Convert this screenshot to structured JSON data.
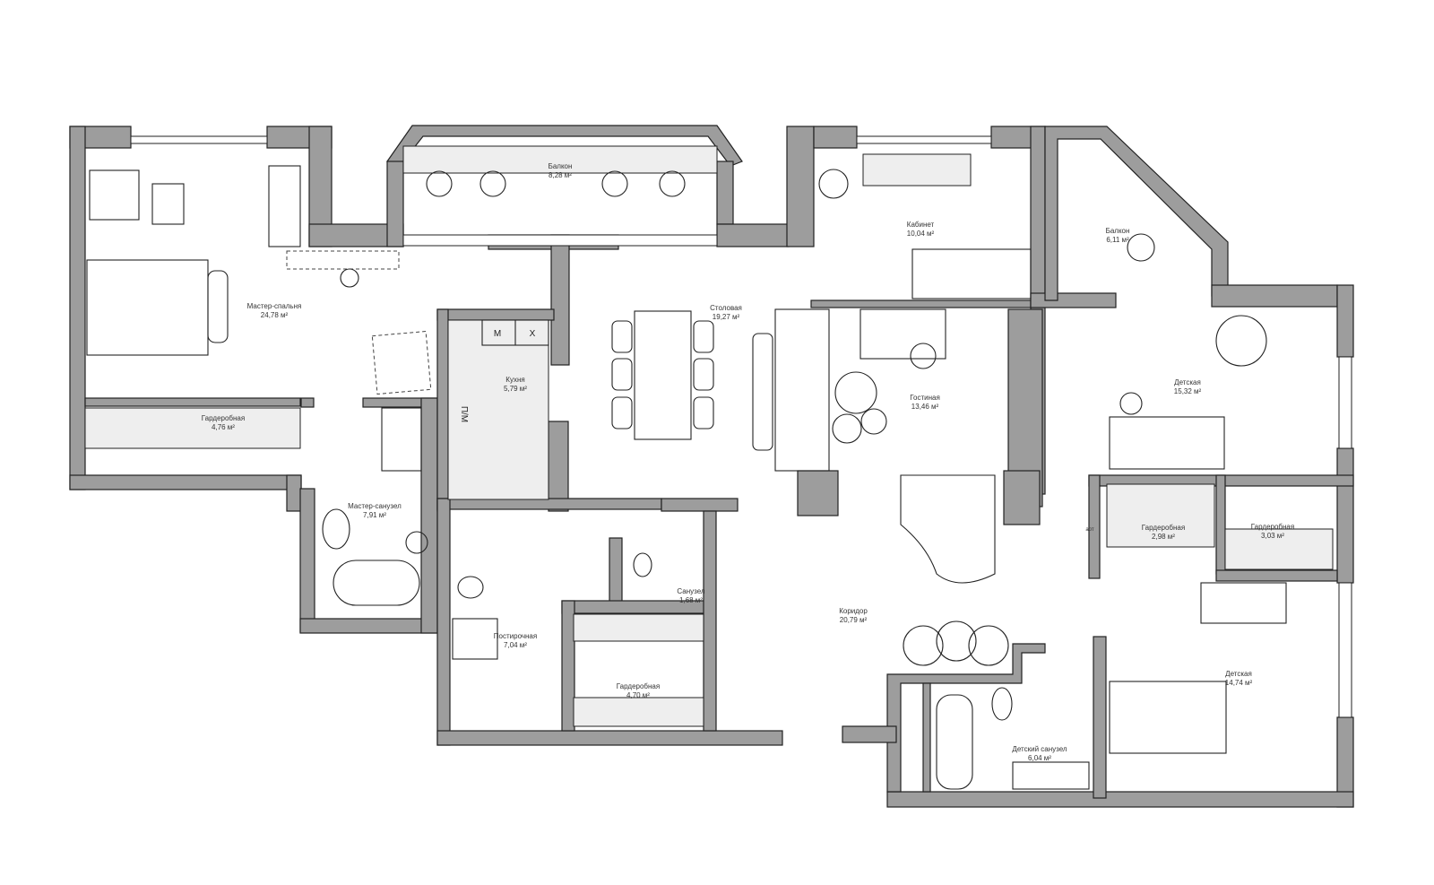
{
  "plan": {
    "rooms": [
      {
        "id": "balcony-1",
        "name": "Балкон",
        "area": "8,28 м²"
      },
      {
        "id": "study",
        "name": "Кабинет",
        "area": "10,04 м²"
      },
      {
        "id": "balcony-2",
        "name": "Балкон",
        "area": "6,11 м²"
      },
      {
        "id": "master-bedroom",
        "name": "Мастер-спальня",
        "area": "24,78 м²"
      },
      {
        "id": "dining",
        "name": "Столовая",
        "area": "19,27 м²"
      },
      {
        "id": "kitchen",
        "name": "Кухня",
        "area": "5,79 м²"
      },
      {
        "id": "living",
        "name": "Гостиная",
        "area": "13,46 м²"
      },
      {
        "id": "kids-room-1",
        "name": "Детская",
        "area": "15,32 м²"
      },
      {
        "id": "wardrobe-1",
        "name": "Гардеробная",
        "area": "4,76 м²"
      },
      {
        "id": "master-bath",
        "name": "Мастер-санузел",
        "area": "7,91 м²"
      },
      {
        "id": "wardrobe-2",
        "name": "Гардеробная",
        "area": "2,98 м²"
      },
      {
        "id": "wardrobe-3",
        "name": "Гардеробная",
        "area": "3,03 м²"
      },
      {
        "id": "wc",
        "name": "Санузел",
        "area": "1,68 м²"
      },
      {
        "id": "laundry",
        "name": "Постирочная",
        "area": "7,04 м²"
      },
      {
        "id": "corridor",
        "name": "Коридор",
        "area": "20,79 м²"
      },
      {
        "id": "wardrobe-4",
        "name": "Гардеробная",
        "area": "4,70 м²"
      },
      {
        "id": "kids-room-2",
        "name": "Детская",
        "area": "14,74 м²"
      },
      {
        "id": "kids-bath",
        "name": "Детский санузел",
        "area": "6,04 м²"
      }
    ],
    "appliance_labels": {
      "microwave": "М",
      "fridge": "Х",
      "dishwasher": "П/М",
      "art": "арт"
    }
  }
}
